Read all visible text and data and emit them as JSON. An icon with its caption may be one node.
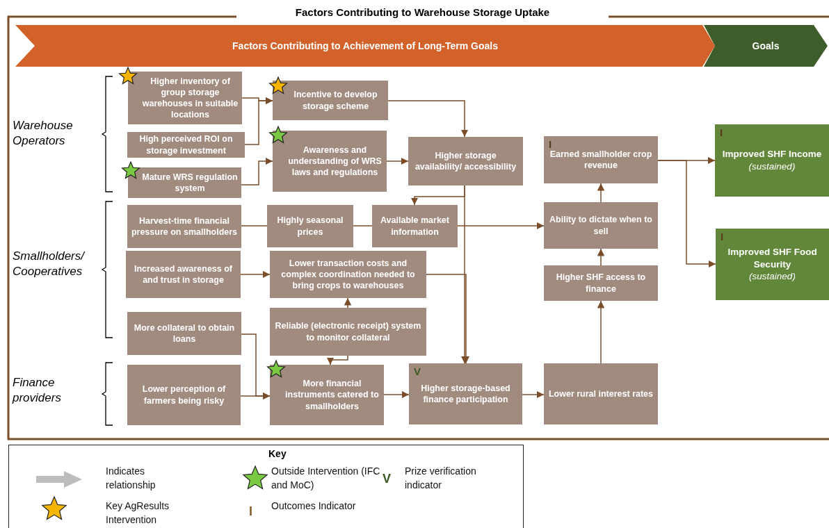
{
  "diagram": {
    "title": "Factors Contributing to Warehouse Storage Uptake",
    "nodes": [
      {
        "text": [
          "Factors Contributing to Achievement of Long-Term Goals"
        ]
      },
      {
        "text": [
          "Goals"
        ]
      },
      {
        "text": [
          "Higher inventory of group storage warehouses in suitable locations"
        ]
      },
      {
        "text": [
          "High perceived ROI on storage investment"
        ]
      },
      {
        "text": [
          "Mature WRS regulation system"
        ]
      },
      {
        "text": [
          "Incentive to develop storage scheme"
        ]
      },
      {
        "text": [
          "Awareness and understanding of WRS laws and regulations"
        ]
      },
      {
        "text": [
          "Higher storage availability/ accessibility"
        ]
      },
      {
        "text": [
          "I",
          "Earned smallholder crop revenue"
        ]
      },
      {
        "text": [
          "I",
          "Improved SHF Income",
          "(sustained)"
        ]
      },
      {
        "text": [
          "Harvest-time financial pressure on smallholders"
        ]
      },
      {
        "text": [
          "Highly seasonal prices"
        ]
      },
      {
        "text": [
          "Available market information"
        ]
      },
      {
        "text": [
          "Ability to dictate when to sell"
        ]
      },
      {
        "text": [
          "I",
          "Improved SHF Food Security",
          "(sustained)"
        ]
      },
      {
        "text": [
          "Increased awareness of and trust in storage"
        ]
      },
      {
        "text": [
          "Lower transaction costs and complex coordination needed to bring crops to warehouses"
        ]
      },
      {
        "text": [
          "Higher SHF access to finance"
        ]
      },
      {
        "text": [
          "More collateral to obtain loans"
        ]
      },
      {
        "text": [
          "Reliable (electronic receipt) system to monitor collateral"
        ]
      },
      {
        "text": [
          "Lower perception of farmers being risky"
        ]
      },
      {
        "text": [
          "More financial instruments catered to smallholders"
        ]
      },
      {
        "text": [
          "V",
          "Higher storage-based finance participation"
        ]
      },
      {
        "text": [
          "Lower rural interest rates"
        ]
      }
    ],
    "edges": [
      {
        "from": 2,
        "to": 5,
        "arrow": "to"
      },
      {
        "from": 3,
        "to": 5,
        "arrow": "to"
      },
      {
        "from": 4,
        "to": 6,
        "arrow": "to"
      },
      {
        "from": 5,
        "to": 7,
        "arrow": "to"
      },
      {
        "from": 6,
        "to": 7,
        "arrow": "to"
      },
      {
        "from": 7,
        "to": 12,
        "arrow": "to"
      },
      {
        "from": 7,
        "to": 22,
        "arrow": "to"
      },
      {
        "from": 10,
        "to": 11,
        "arrow": "none"
      },
      {
        "from": 11,
        "to": 12,
        "arrow": "none"
      },
      {
        "from": 12,
        "to": 13,
        "arrow": "to"
      },
      {
        "from": 15,
        "to": 16,
        "arrow": "to"
      },
      {
        "from": 16,
        "to": 22,
        "arrow": "to"
      },
      {
        "from": 19,
        "to": 16,
        "arrow": "to"
      },
      {
        "from": 19,
        "to": 21,
        "arrow": "to"
      },
      {
        "from": 18,
        "to": 21,
        "arrow": "to"
      },
      {
        "from": 20,
        "to": 21,
        "arrow": "to"
      },
      {
        "from": 21,
        "to": 22,
        "arrow": "to"
      },
      {
        "from": 22,
        "to": 23,
        "arrow": "to"
      },
      {
        "from": 23,
        "to": 17,
        "arrow": "to"
      },
      {
        "from": 17,
        "to": 13,
        "arrow": "to"
      },
      {
        "from": 13,
        "to": 8,
        "arrow": "to"
      },
      {
        "from": 8,
        "to": 9,
        "arrow": "to"
      },
      {
        "from": 8,
        "to": 14,
        "arrow": "to"
      }
    ],
    "labels": [
      "Warehouse Operators",
      "Smallholders/ Cooperatives",
      "Finance providers",
      "Key",
      "V",
      "I"
    ],
    "legend": [
      {
        "text": "Indicates relationship"
      },
      {
        "text": "Key AgResults Intervention"
      },
      {
        "text": "Outside Intervention (IFC and MoC)"
      },
      {
        "text": "Outcomes Indicator"
      },
      {
        "text": "Prize verification indicator"
      }
    ]
  }
}
